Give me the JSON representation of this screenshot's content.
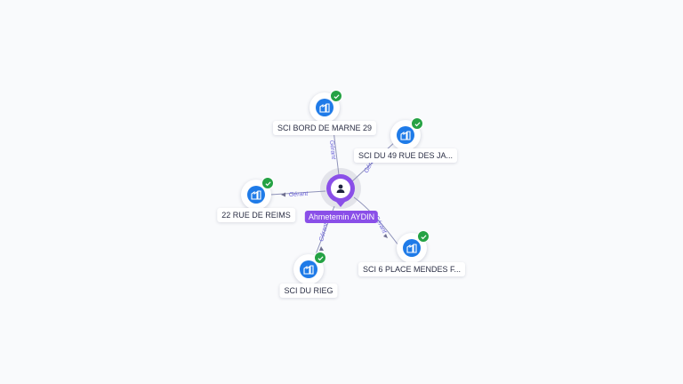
{
  "colors": {
    "person_accent": "#8a4fe8",
    "company_icon_bg": "#1f7be8",
    "verified_badge": "#25a244",
    "edge": "#8f93ba",
    "edge_label": "#6b63d9"
  },
  "center": {
    "name": "Ahmetemin AYDIN",
    "icon": "person-icon"
  },
  "companies": [
    {
      "id": "bord-de-marne",
      "name": "SCI BORD DE MARNE 29",
      "relation": "Gérant",
      "icon": "building-icon",
      "verified": true
    },
    {
      "id": "du-49-rue",
      "name": "SCI DU 49 RUE DES JA...",
      "relation": "Gérant",
      "icon": "building-icon",
      "verified": true
    },
    {
      "id": "rue-de-reims",
      "name": "22 RUE DE REIMS",
      "relation": "Gérant",
      "icon": "building-icon",
      "verified": true
    },
    {
      "id": "place-mendes",
      "name": "SCI 6 PLACE MENDES F...",
      "relation": "Gérant",
      "icon": "building-icon",
      "verified": true
    },
    {
      "id": "du-rieg",
      "name": "SCI DU RIEG",
      "relation": "Gérant",
      "icon": "building-icon",
      "verified": true
    }
  ]
}
